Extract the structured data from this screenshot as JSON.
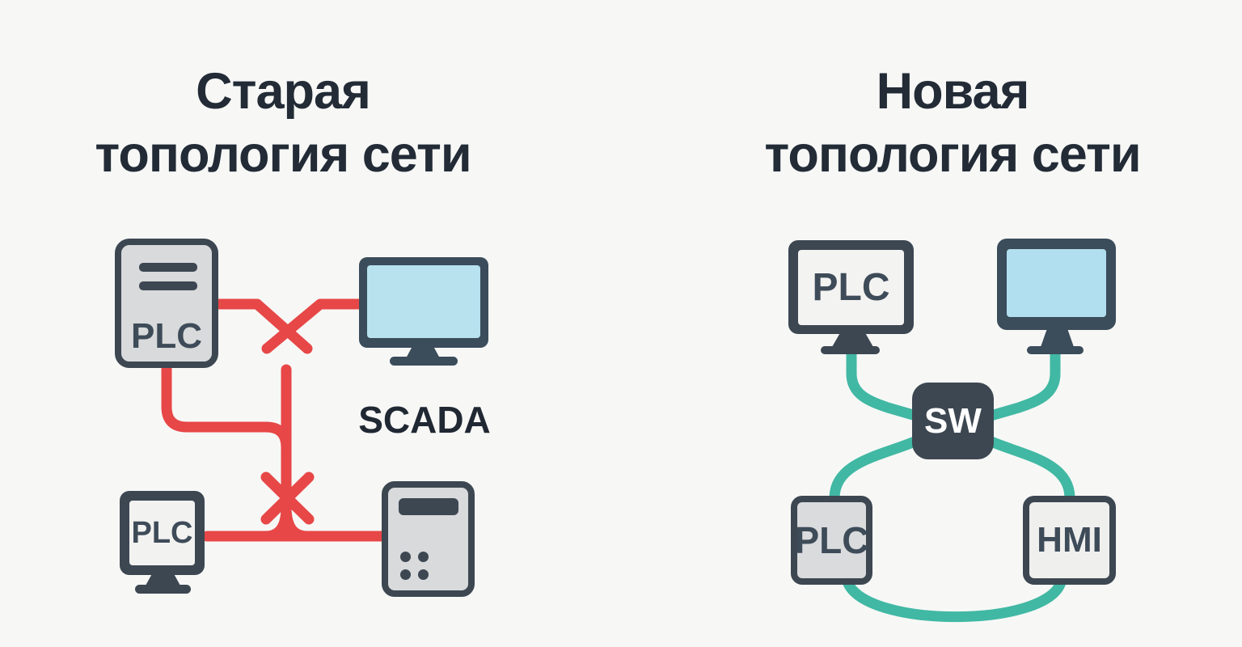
{
  "left_panel": {
    "title_line1": "Старая",
    "title_line2": "топология сети",
    "server_plc_label": "PLC",
    "scada_label": "SCADA",
    "plc_monitor_label": "PLC"
  },
  "right_panel": {
    "title_line1": "Новая",
    "title_line2": "топология сети",
    "plc_monitor_label": "PLC",
    "switch_label": "SW",
    "plc_box_label": "PLC",
    "hmi_label": "HMI"
  },
  "colors": {
    "broken_link_red": "#e74747",
    "healthy_link_teal": "#41b8a3",
    "device_dark_slate": "#3d4752",
    "monitor_frame_blue": "#3b4c5a",
    "screen_blue": "#b7e2ee",
    "screen_light": "#f2f2f1",
    "box_gray": "#d8dadb",
    "title_text": "#222b36",
    "background": "#f7f8f6"
  }
}
